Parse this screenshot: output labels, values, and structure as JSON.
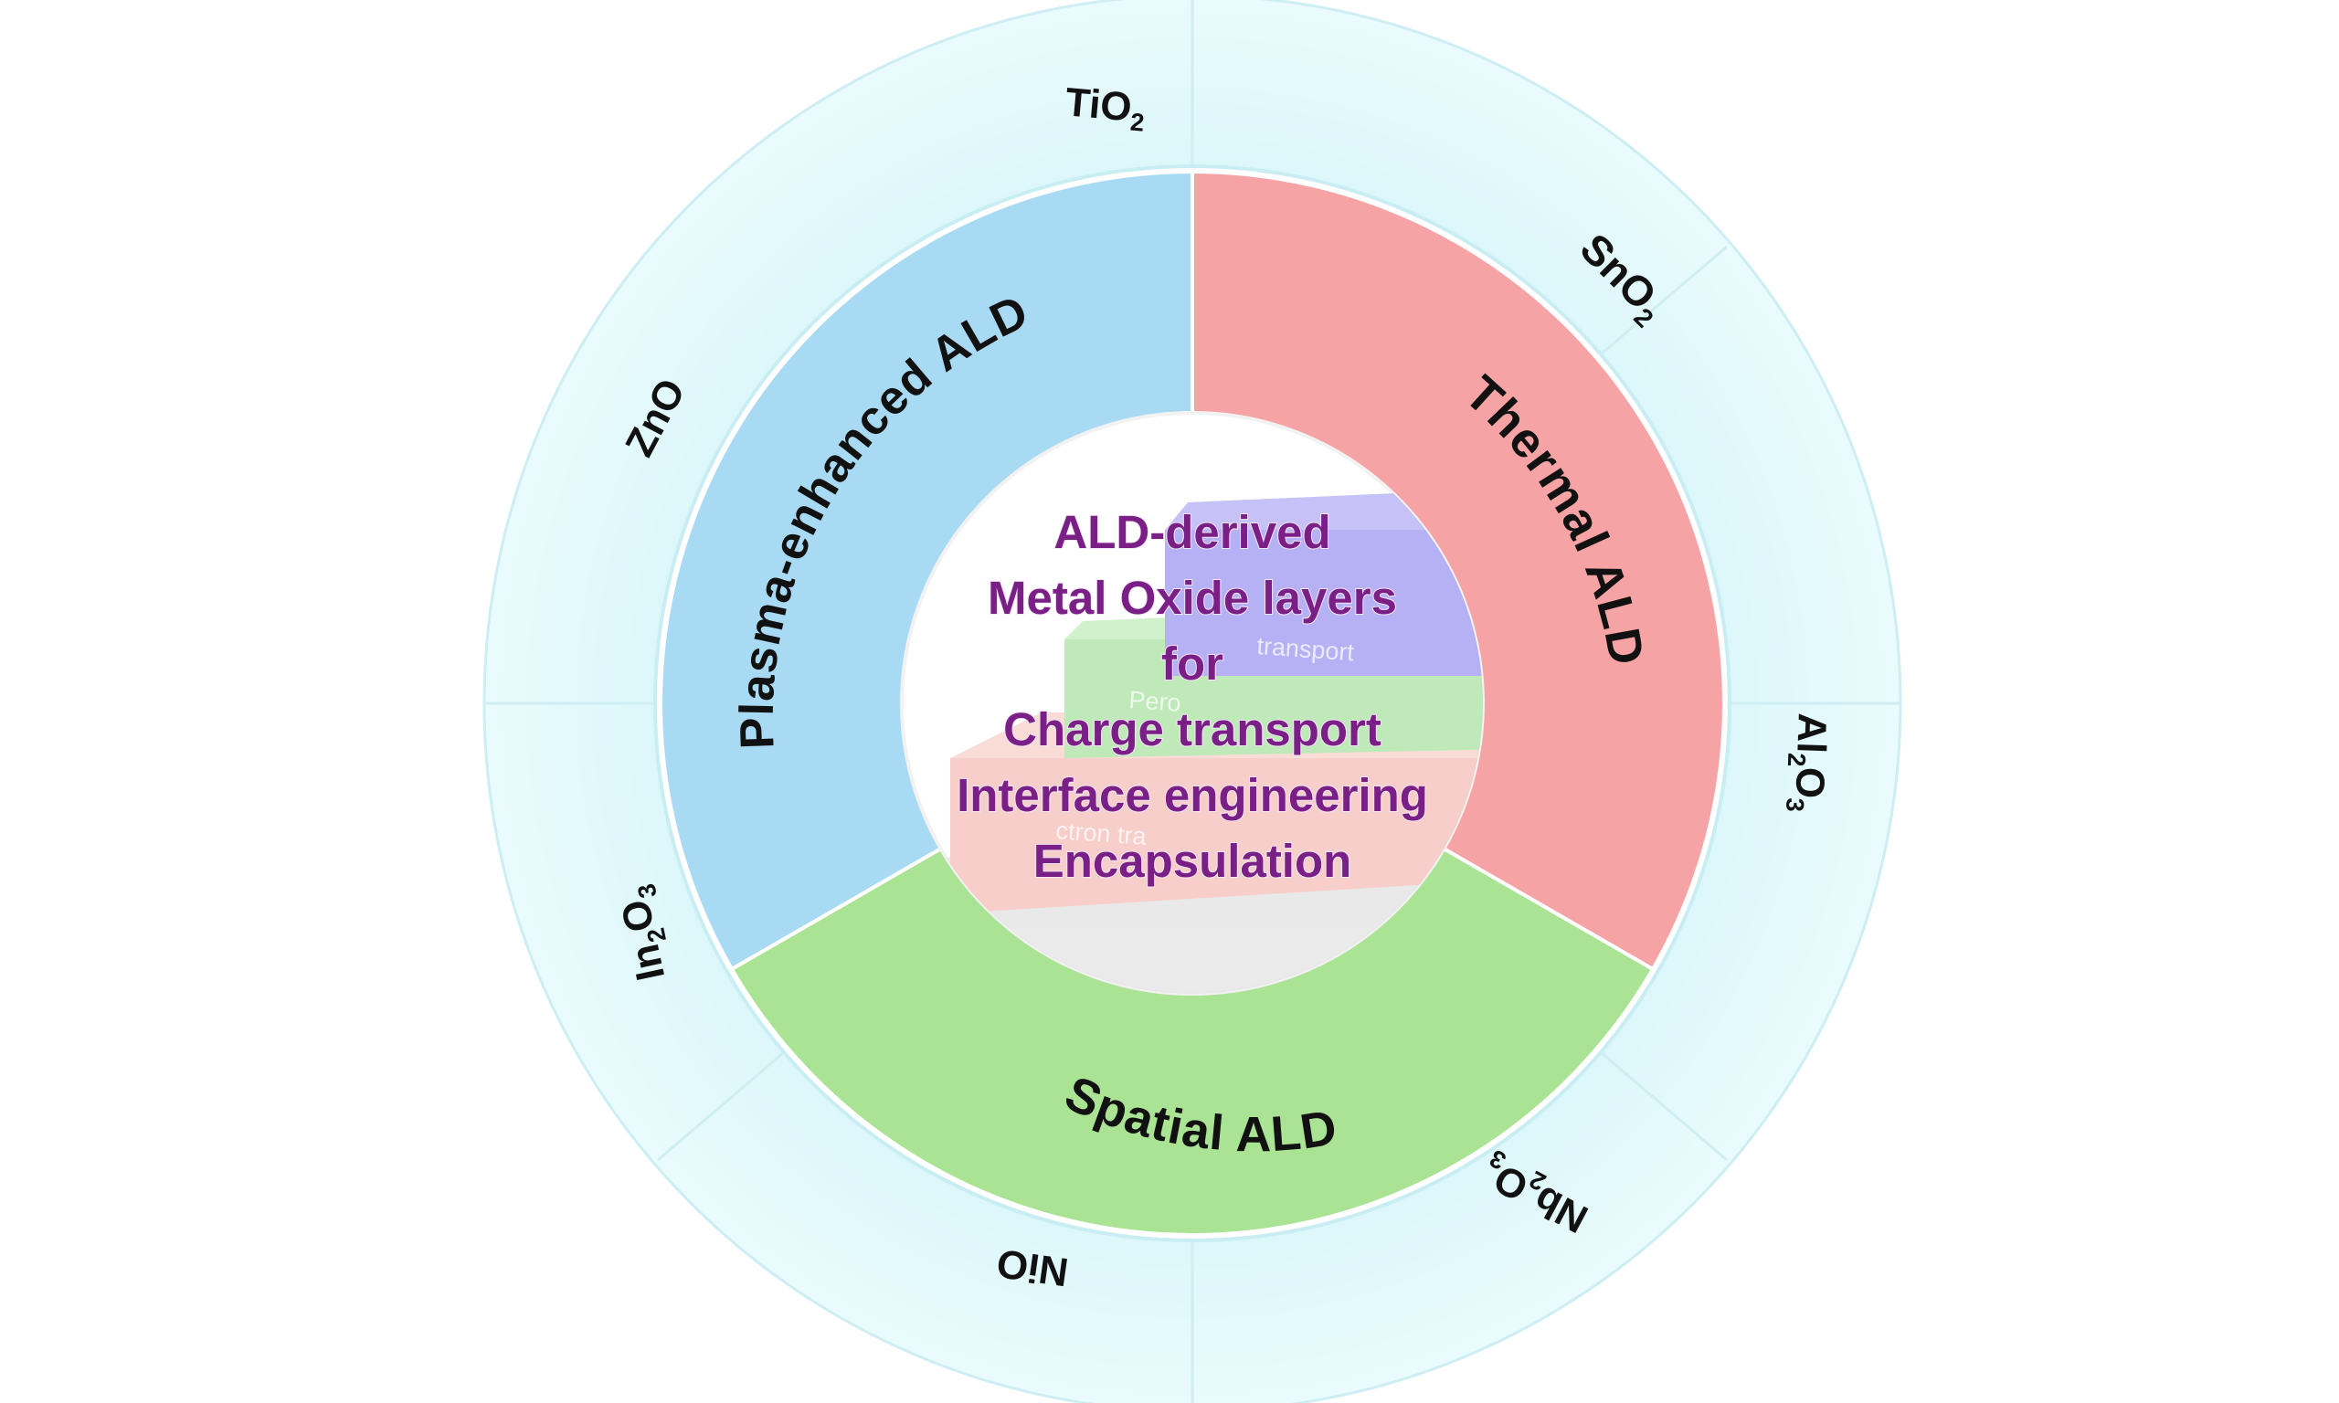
{
  "colors": {
    "outer_ring": "#e3f9fb",
    "outer_ring_edge": "#cdeef3",
    "plasma": "#a9daf3",
    "thermal": "#f6a3a6",
    "spatial": "#a9e393",
    "center_bg": "#ffffff",
    "center_text": "#7a1f86",
    "layer_top": "#a59ff2",
    "layer_mid": "#aee3a8",
    "layer_low": "#f4b8b2",
    "layer_base": "#e6e6e6"
  },
  "segments": {
    "plasma": "Plasma-enhanced ALD",
    "thermal": "Thermal ALD",
    "spatial": "Spatial ALD"
  },
  "oxides": {
    "tio2": {
      "base": "TiO",
      "sub": "2"
    },
    "sno2": {
      "base": "SnO",
      "sub": "2"
    },
    "al2o3": {
      "a": "Al",
      "a_sub": "2",
      "b": "O",
      "b_sub": "3"
    },
    "nb2o3": {
      "a": "Nb",
      "a_sub": "2",
      "b": "O",
      "b_sub": "3"
    },
    "nio": "NiO",
    "in2o3": {
      "a": "In",
      "a_sub": "2",
      "b": "O",
      "b_sub": "3"
    },
    "zno": "ZnO"
  },
  "center": {
    "lines": [
      "ALD-derived",
      "Metal Oxide layers",
      "for",
      "Charge transport",
      "Interface engineering",
      "Encapsulation"
    ]
  },
  "background_layers": {
    "top": "transport",
    "mid": "Pero",
    "low": "ctron tra"
  }
}
